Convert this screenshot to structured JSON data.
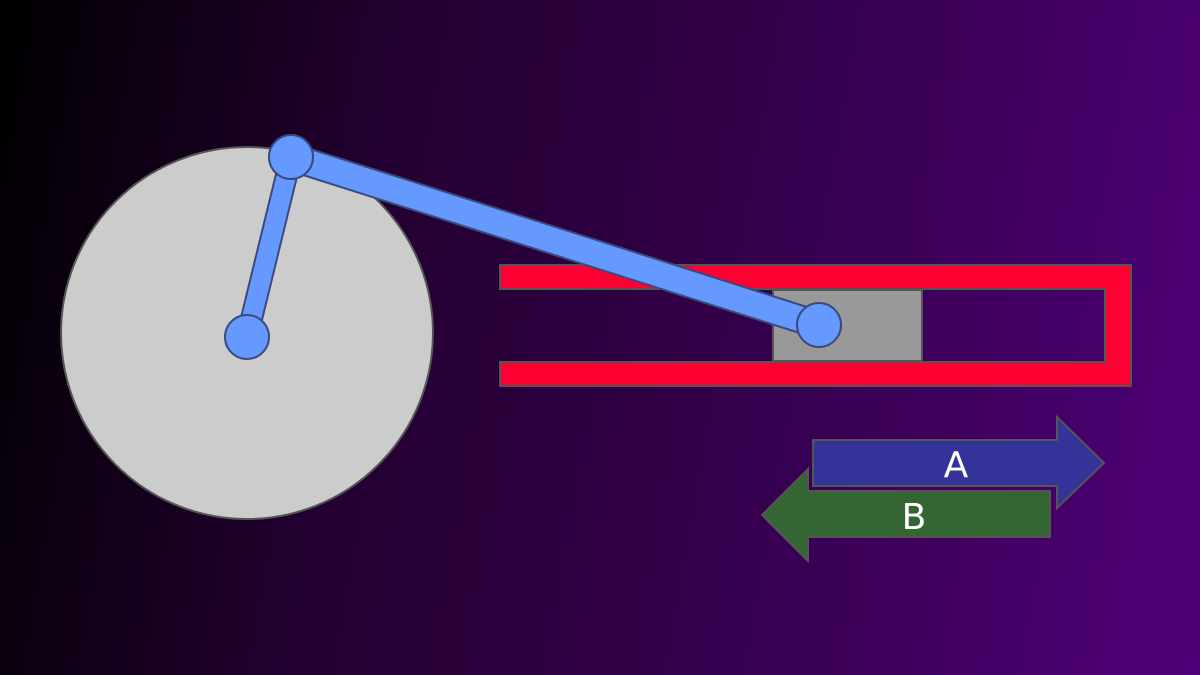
{
  "colors": {
    "background_start": "#000000",
    "background_end": "#4f0078",
    "wheel": "#cccccc",
    "linkage": "#6699ff",
    "cylinder": "#ff0033",
    "piston": "#999999",
    "arrow_a": "#333399",
    "arrow_b": "#336633",
    "label": "#ffffff"
  },
  "arrows": {
    "a": {
      "label": "A",
      "direction": "right"
    },
    "b": {
      "label": "B",
      "direction": "left"
    }
  }
}
